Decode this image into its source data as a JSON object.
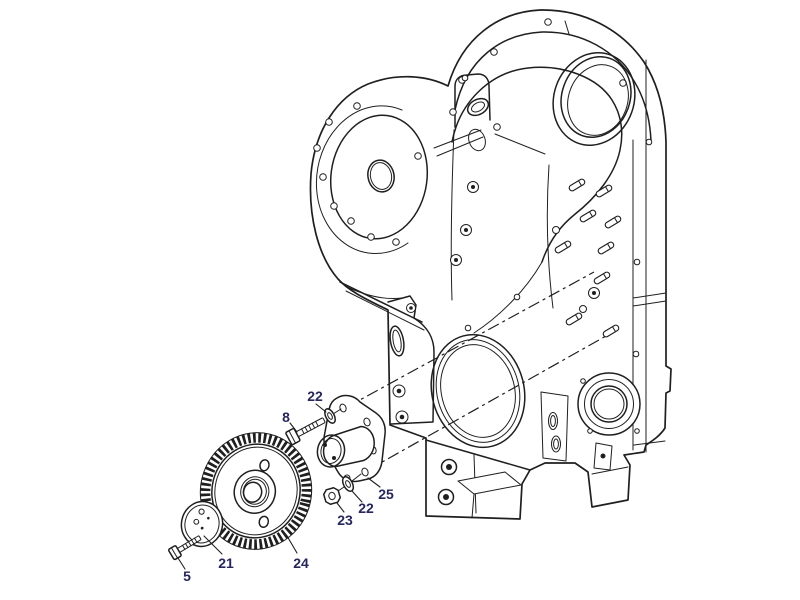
{
  "figure": {
    "type": "exploded-parts-diagram",
    "subject": "engine timing gear case with idler gear assembly",
    "background": "#ffffff",
    "line_color": "#1f1f1f",
    "label_color": "#27275a"
  },
  "callouts": [
    {
      "label": "5",
      "part": "bolt-small"
    },
    {
      "label": "8",
      "part": "bolt-front"
    },
    {
      "label": "21",
      "part": "thrust-plate"
    },
    {
      "label": "22",
      "part": "washer-front"
    },
    {
      "label": "22",
      "part": "washer-rear"
    },
    {
      "label": "23",
      "part": "nut"
    },
    {
      "label": "24",
      "part": "idler-gear"
    },
    {
      "label": "25",
      "part": "idler-hub-flange"
    }
  ]
}
